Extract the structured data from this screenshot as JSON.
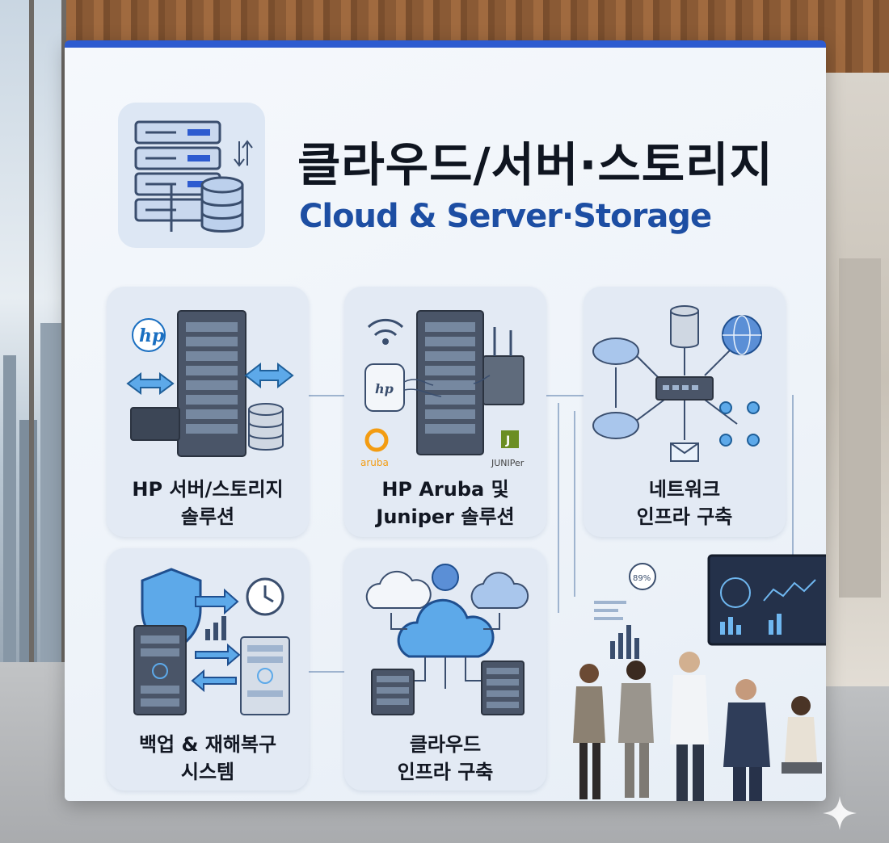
{
  "title": "클라우드/서버·스토리지",
  "subtitle": "Cloud & Server·Storage",
  "cards": [
    {
      "line1": "HP 서버/스토리지",
      "line2": "솔루션",
      "icon": "hp-server-storage-icon"
    },
    {
      "line1": "HP Aruba 및",
      "line2": "Juniper 솔루션",
      "icon": "aruba-juniper-network-icon"
    },
    {
      "line1": "네트워크",
      "line2": "인프라 구축",
      "icon": "network-topology-icon"
    },
    {
      "line1": "백업 & 재해복구",
      "line2": "시스템",
      "icon": "backup-recovery-icon"
    },
    {
      "line1": "클라우드",
      "line2": "인프라 구축",
      "icon": "cloud-infrastructure-icon"
    }
  ],
  "logos": {
    "hp": "hp",
    "aruba": "aruba",
    "juniper": "JUNIPer"
  },
  "dashboard_percent": "89%",
  "colors": {
    "accent": "#2d5bd0",
    "title_en": "#1d4ea3",
    "card_bg": "#e3eaf4",
    "icon_stroke": "#3a4e6e"
  }
}
